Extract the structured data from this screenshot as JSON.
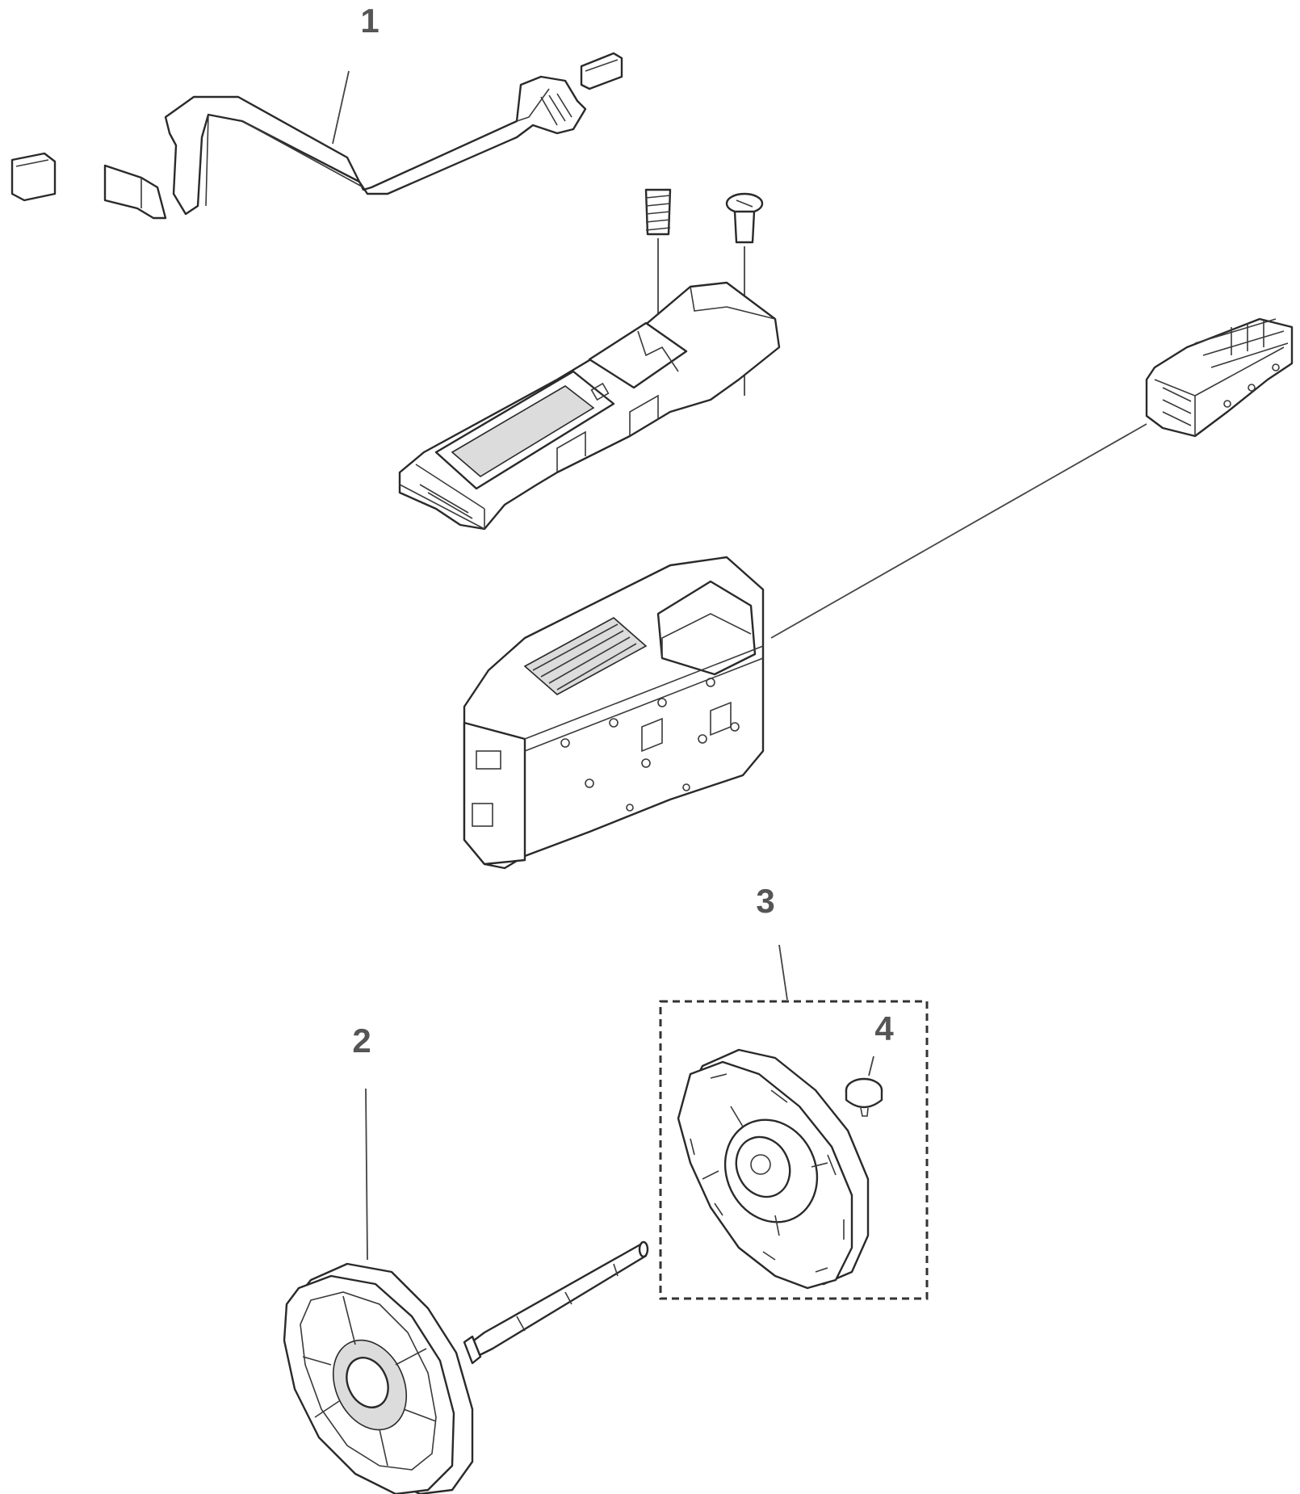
{
  "callouts": [
    {
      "id": "1",
      "label": "1"
    },
    {
      "id": "2",
      "label": "2"
    },
    {
      "id": "3",
      "label": "3"
    },
    {
      "id": "4",
      "label": "4"
    }
  ],
  "parts": [
    {
      "name": "flat-flex-cable",
      "callout": "1"
    },
    {
      "name": "roll-spindle-with-hub",
      "callout": "2"
    },
    {
      "name": "spindle-hub-kit",
      "callout": "3"
    },
    {
      "name": "hub-knob",
      "callout": "4"
    },
    {
      "name": "carriage-cover-assembly",
      "callout": ""
    },
    {
      "name": "printhead-carriage-assembly",
      "callout": ""
    },
    {
      "name": "printhead-connector-block",
      "callout": ""
    },
    {
      "name": "spring",
      "callout": ""
    },
    {
      "name": "screw",
      "callout": ""
    }
  ],
  "colors": {
    "callout_text": "#555555",
    "line_art": "#2a2a2a",
    "background": "#ffffff"
  }
}
